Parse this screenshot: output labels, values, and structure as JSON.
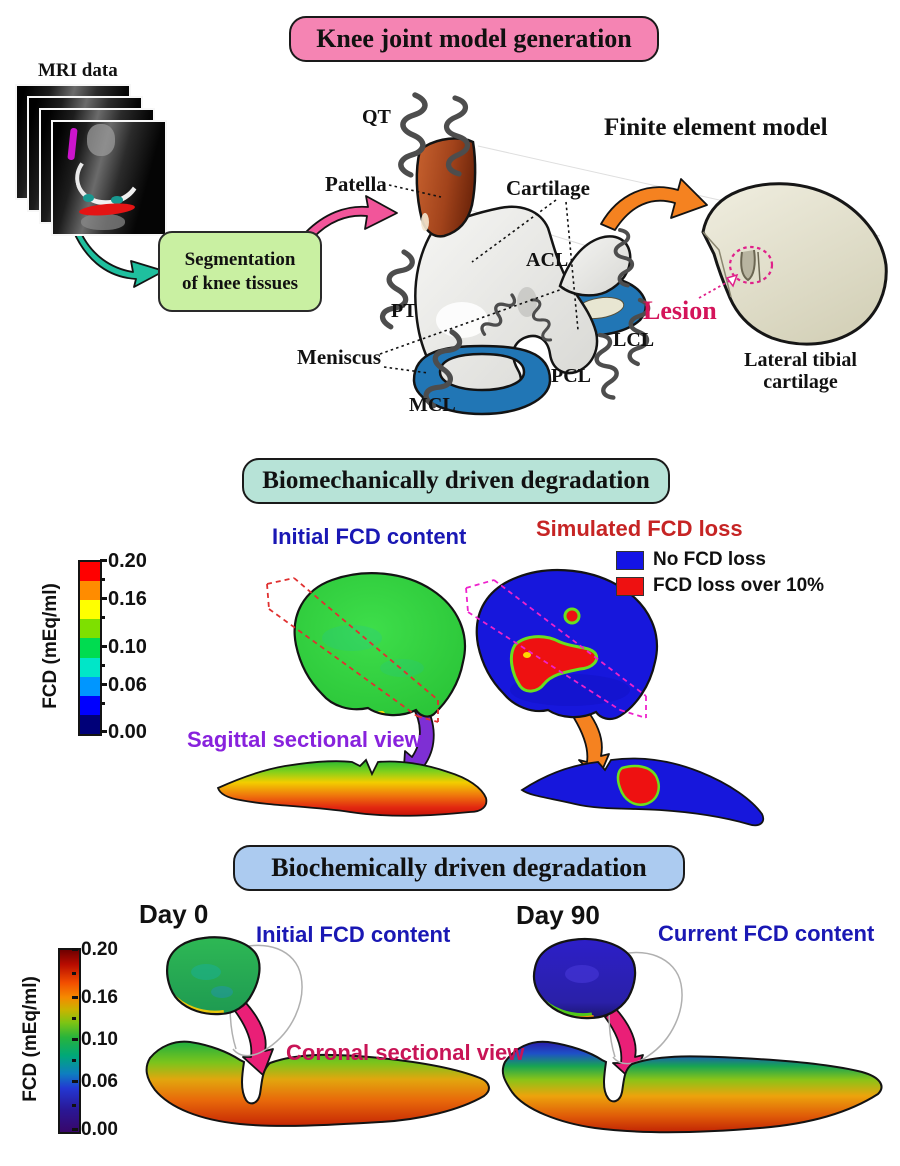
{
  "top": {
    "banner": "Knee joint model generation",
    "banner_bg": "#f584b3",
    "mri_label": "MRI data",
    "seg_box": "Segmentation\nof knee tissues",
    "seg_box_bg": "#c9f0a2",
    "fe_title": "Finite element model",
    "labels": {
      "qt": "QT",
      "patella": "Patella",
      "cartilage": "Cartilage",
      "acl": "ACL",
      "pt": "PT",
      "lcl": "LCL",
      "meniscus": "Meniscus",
      "pcl": "PCL",
      "mcl": "MCL"
    },
    "lesion": "Lesion",
    "lesion_color": "#d4145a",
    "lateral_tibial": "Lateral tibial\ncartilage"
  },
  "biomech": {
    "banner": "Biomechanically driven degradation",
    "banner_bg": "#b7e3d7",
    "initial_title": "Initial FCD content",
    "initial_color": "#1a18b4",
    "simulated_title": "Simulated FCD loss",
    "simulated_color": "#c62424",
    "legend": [
      {
        "label": "No FCD loss",
        "color": "#1414e6"
      },
      {
        "label": "FCD loss over 10%",
        "color": "#ee1111"
      }
    ],
    "sagittal_label": "Sagittal sectional view",
    "sagittal_color": "#8822dd",
    "colorbar": {
      "axis_label": "FCD (mEq/ml)",
      "ticks": [
        "0.20",
        "0.16",
        "0.10",
        "0.06",
        "0.00"
      ],
      "segments": [
        "#ff0000",
        "#ff8c00",
        "#ffff00",
        "#7ee000",
        "#00dc50",
        "#00e6c8",
        "#0096ff",
        "#0000ff",
        "#000078"
      ]
    }
  },
  "biochem": {
    "banner": "Biochemically driven degradation",
    "banner_bg": "#accbf0",
    "day0_label": "Day 0",
    "day90_label": "Day 90",
    "initial_title": "Initial FCD content",
    "current_title": "Current FCD content",
    "title_color": "#1a18b4",
    "coronal_label": "Coronal sectional view",
    "coronal_color": "#c81456",
    "colorbar": {
      "axis_label": "FCD (mEq/ml)",
      "ticks": [
        "0.20",
        "0.16",
        "0.10",
        "0.06",
        "0.00"
      ],
      "gradient": [
        "#6e0000 0%",
        "#b80c00 8%",
        "#f24e00 18%",
        "#f58a00 26%",
        "#c8b400 33%",
        "#7cc414 40%",
        "#28b43c 48%",
        "#00a878 58%",
        "#0e7ec0 68%",
        "#2337d2 76%",
        "#2a1794 88%",
        "#38076a 100%"
      ]
    }
  }
}
